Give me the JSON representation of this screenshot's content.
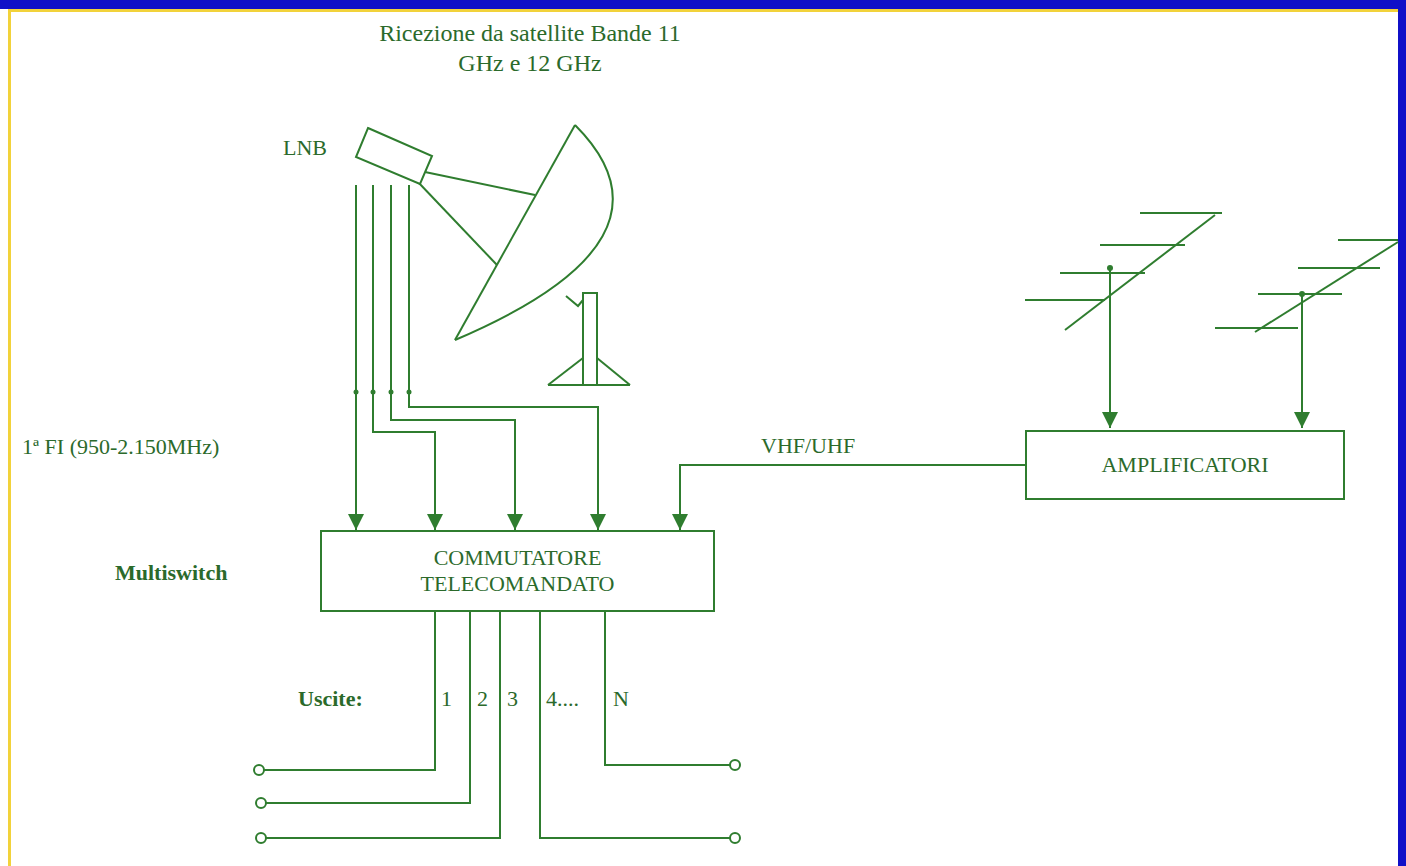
{
  "diagram": {
    "nodes": [
      {
        "text": [
          "LNB"
        ]
      },
      {
        "text": [
          "COMMUTATORE TELECOMANDATO"
        ]
      },
      {
        "text": [
          "AMPLIFICATORI"
        ]
      }
    ],
    "edges": [
      {
        "from": 0,
        "to": 1,
        "arrow": "to"
      },
      {
        "from": 0,
        "to": 1,
        "arrow": "to"
      },
      {
        "from": 0,
        "to": 1,
        "arrow": "to"
      },
      {
        "from": 0,
        "to": 1,
        "arrow": "to"
      },
      {
        "from": 2,
        "to": 1,
        "label": "VHF/UHF",
        "arrow": "to"
      }
    ],
    "labels": [
      "Ricezione da satellite Bande 11 GHz e 12 GHz",
      "1ª FI (950-2.150MHz)",
      "Multiswitch",
      "Uscite:",
      "1",
      "2",
      "3",
      "4....",
      "N"
    ]
  }
}
